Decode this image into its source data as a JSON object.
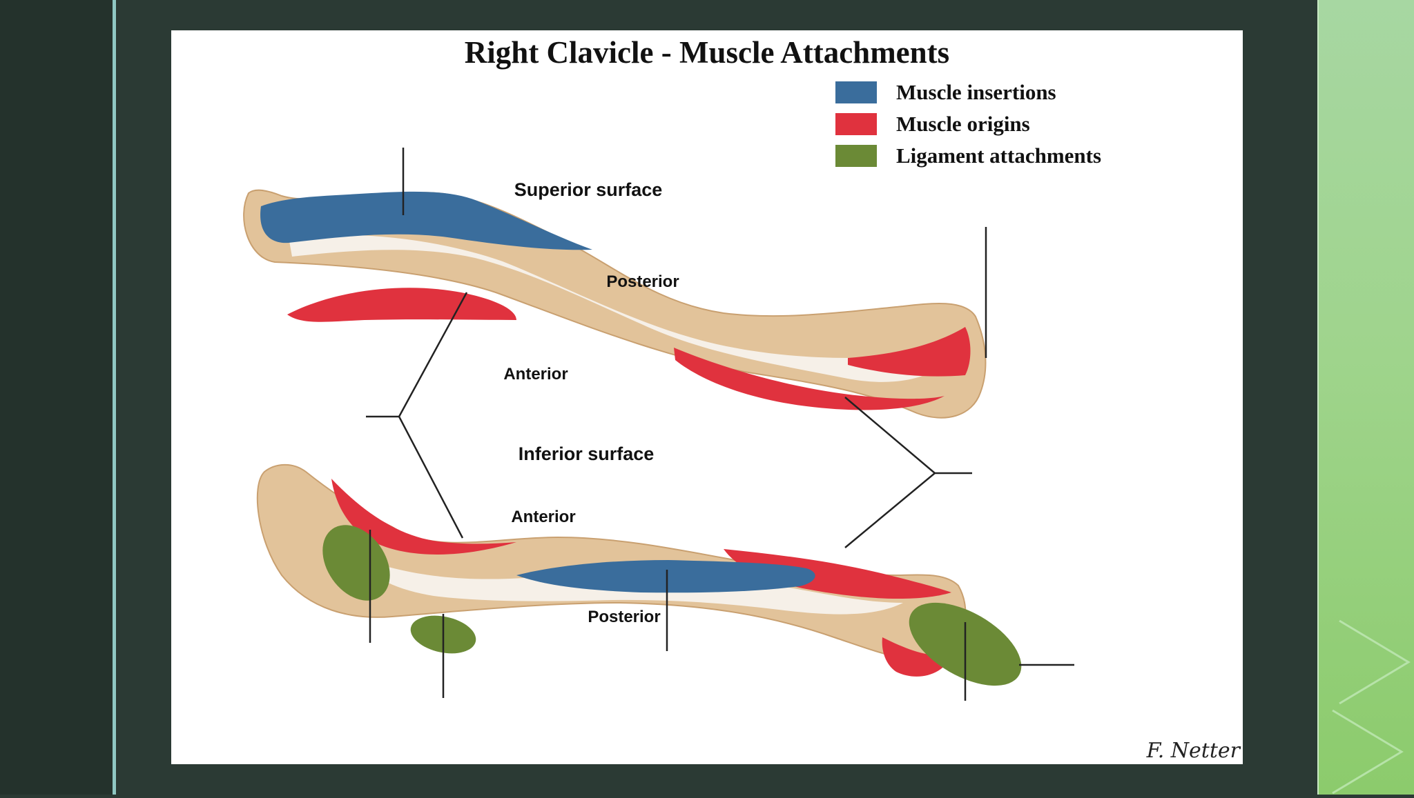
{
  "title": "Right Clavicle - Muscle Attachments",
  "legend": [
    {
      "label": "Muscle insertions",
      "color": "#3a6d9c"
    },
    {
      "label": "Muscle origins",
      "color": "#e0323e"
    },
    {
      "label": "Ligament attachments",
      "color": "#6b8a36"
    }
  ],
  "labels": {
    "superior_surface": "Superior surface",
    "inferior_surface": "Inferior surface",
    "posterior_top": "Posterior",
    "anterior_top": "Anterior",
    "anterior_bottom": "Anterior",
    "posterior_bottom": "Posterior"
  },
  "signature": "F. Netter",
  "colors": {
    "bone": "#e2c39a",
    "bone_highlight": "#f6f0e8",
    "frame_dark": "#24322c",
    "accent_green": "#9fd48c"
  }
}
